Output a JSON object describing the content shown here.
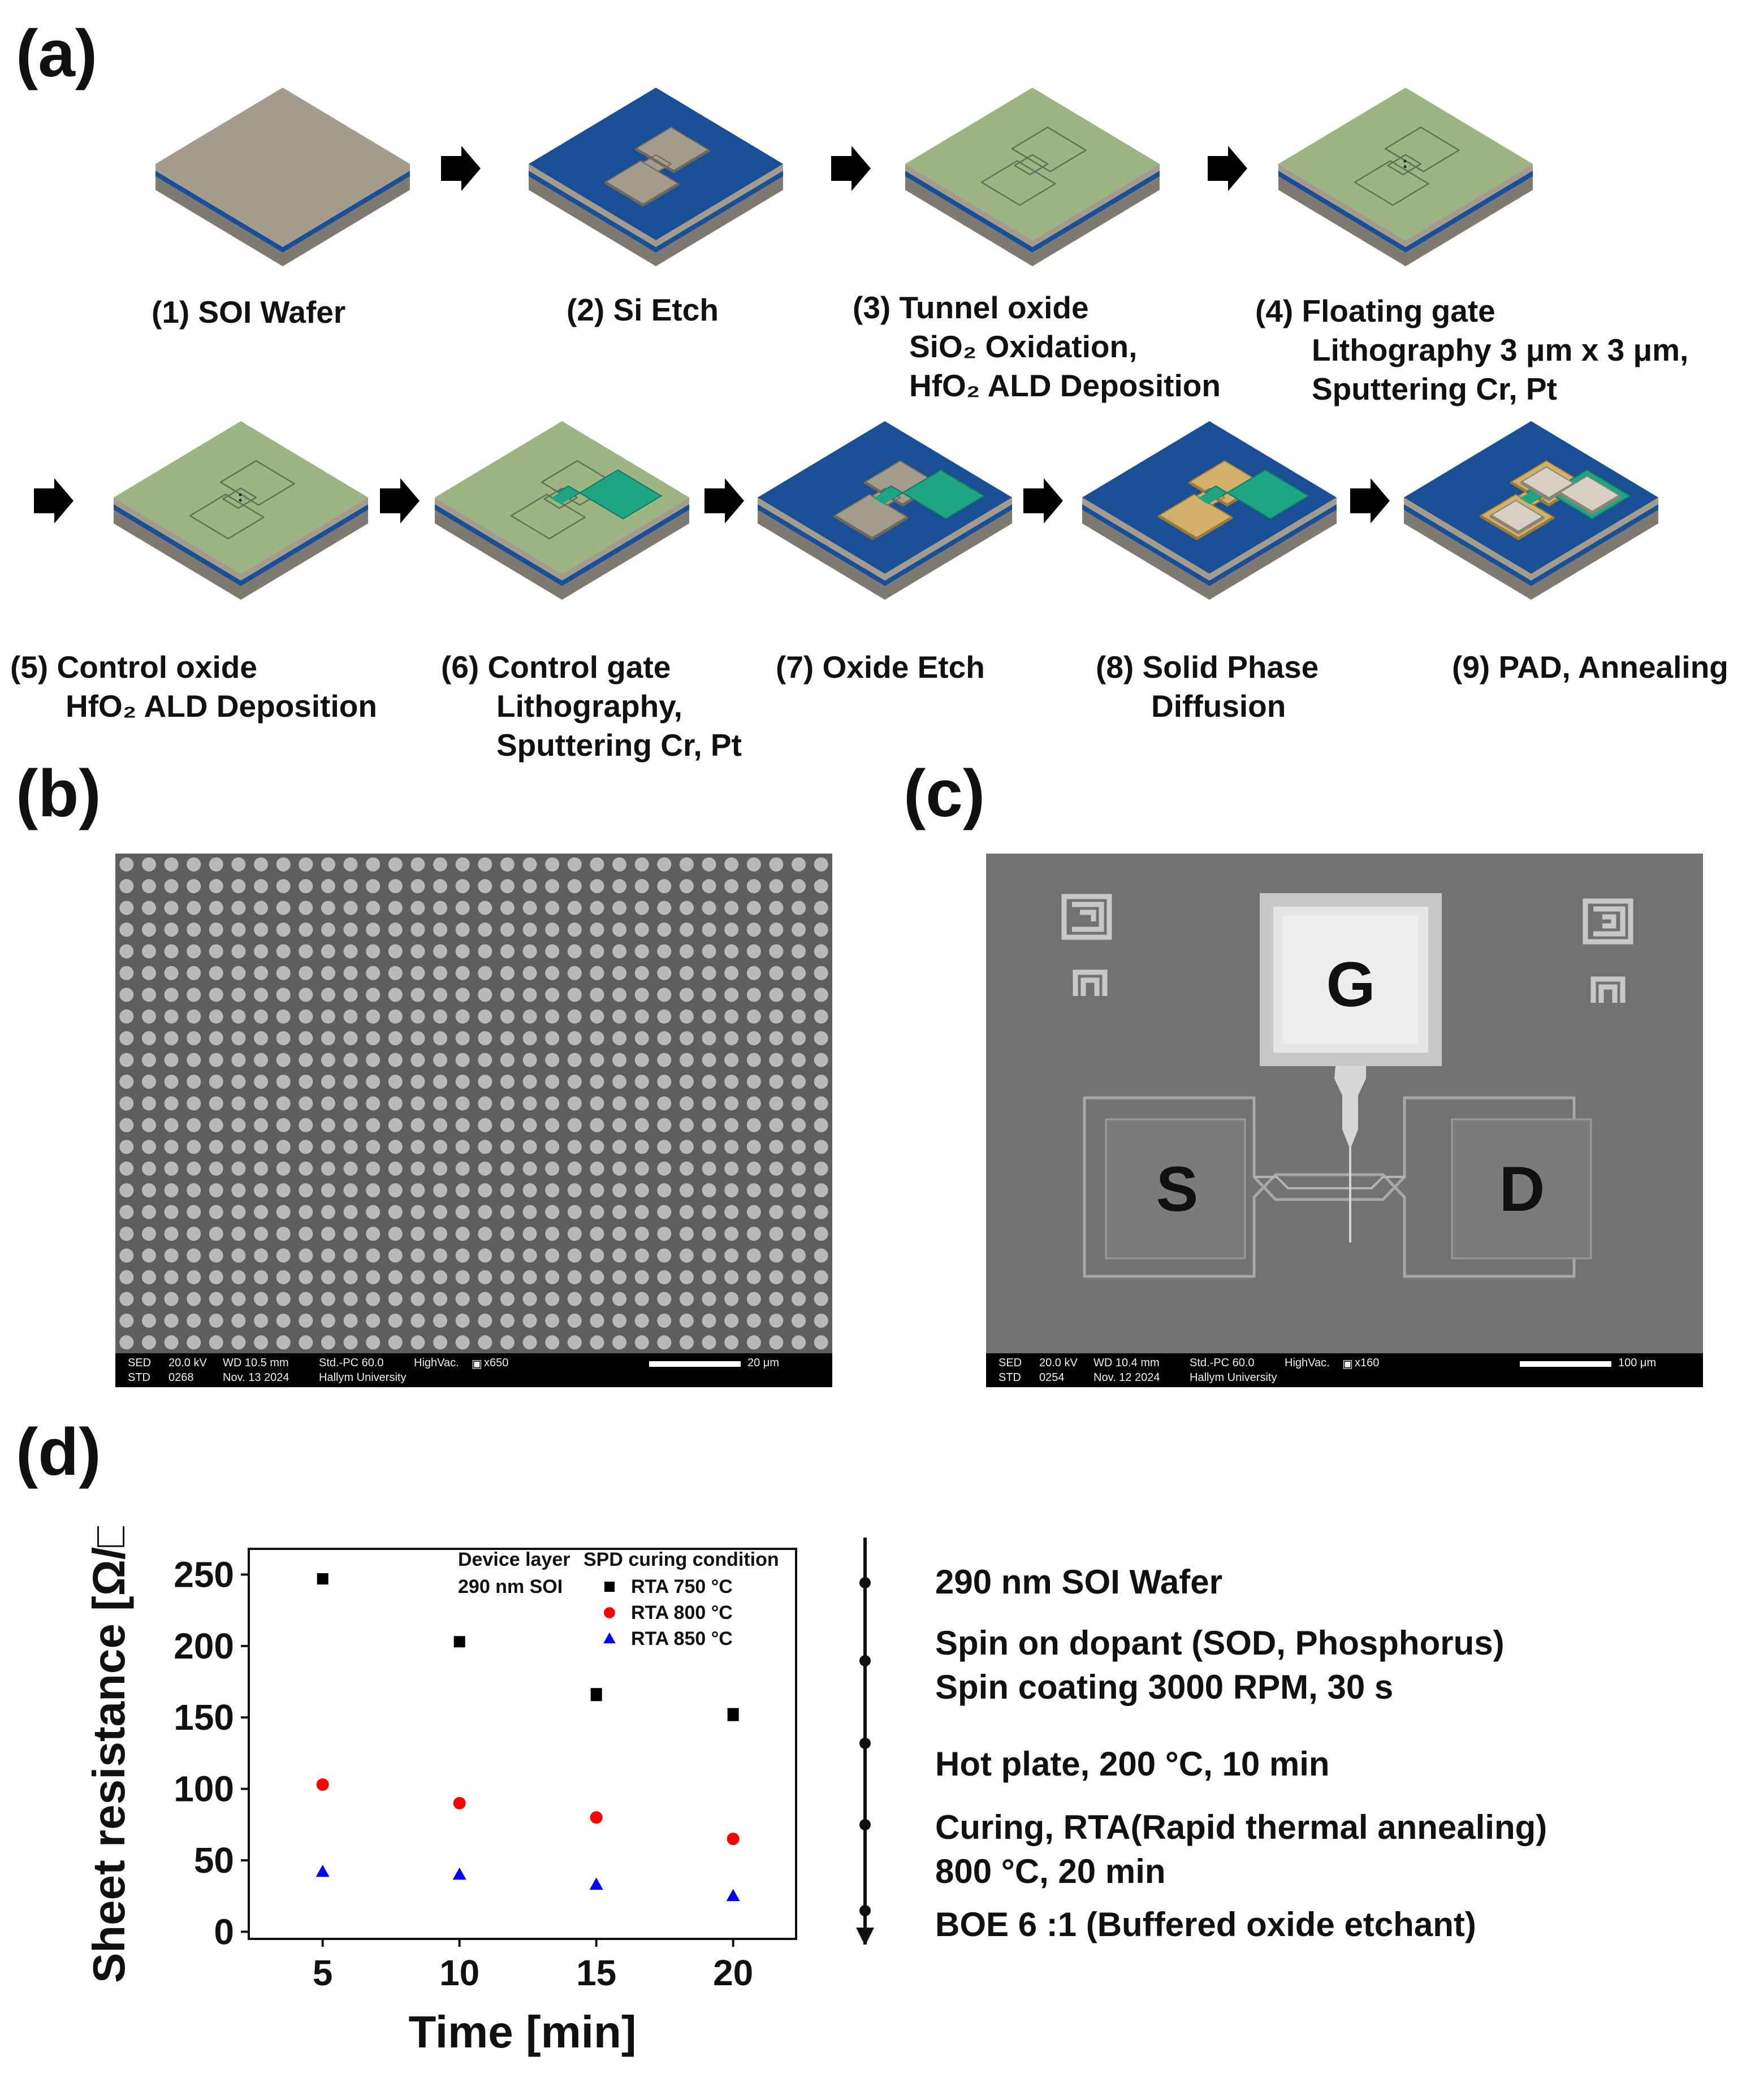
{
  "panels": {
    "a": "(a)",
    "b": "(b)",
    "c": "(c)",
    "d": "(d)"
  },
  "steps": [
    {
      "lines": [
        "(1) SOI Wafer"
      ],
      "surface": "#a39b8b"
    },
    {
      "lines": [
        "(2) Si Etch"
      ],
      "surface": "#1a4f96"
    },
    {
      "lines": [
        "(3) Tunnel oxide",
        "SiO₂ Oxidation,",
        "HfO₂ ALD Deposition"
      ],
      "surface": "#9cb582"
    },
    {
      "lines": [
        "(4) Floating gate",
        "Lithography 3 μm x 3 μm,",
        "Sputtering Cr, Pt"
      ],
      "surface": "#9cb582"
    },
    {
      "lines": [
        "(5) Control oxide",
        "HfO₂ ALD Deposition"
      ],
      "surface": "#9cb582"
    },
    {
      "lines": [
        "(6) Control gate",
        "Lithography,",
        "Sputtering Cr, Pt"
      ],
      "surface": "#9cb582"
    },
    {
      "lines": [
        "(7) Oxide Etch"
      ],
      "surface": "#1a4f96"
    },
    {
      "lines": [
        "(8) Solid Phase",
        "Diffusion"
      ],
      "surface": "#1a4f96"
    },
    {
      "lines": [
        "(9) PAD, Annealing"
      ],
      "surface": "#1a4f96"
    }
  ],
  "colors": {
    "wafer": "#a39b8b",
    "blue": "#1a4f96",
    "green": "#9cb582",
    "gate": "#1fa584",
    "gold": "#d2b06a",
    "pad": "#d7d0c4"
  },
  "sem_b": {
    "row1": [
      "SED",
      "20.0 kV",
      "WD 10.5 mm",
      "Std.-PC 60.0",
      "HighVac.",
      "x650"
    ],
    "row2": [
      "STD",
      "0268",
      "Nov. 13 2024",
      "Hallym University"
    ],
    "scale": "20 μm"
  },
  "sem_c": {
    "row1": [
      "SED",
      "20.0 kV",
      "WD 10.4 mm",
      "Std.-PC 60.0",
      "HighVac.",
      "x160"
    ],
    "row2": [
      "STD",
      "0254",
      "Nov. 12 2024",
      "Hallym University"
    ],
    "scale": "100 μm",
    "labels": {
      "gate": "G",
      "source": "S",
      "drain": "D"
    }
  },
  "chart_data": {
    "type": "scatter",
    "xlabel": "Time [min]",
    "ylabel": "Sheet resistance [Ω/□]",
    "xlim": [
      2.3,
      22.3
    ],
    "ylim": [
      -5,
      268
    ],
    "xticks": [
      5,
      10,
      15,
      20
    ],
    "yticks": [
      0,
      50,
      100,
      150,
      200,
      250
    ],
    "legend": {
      "header_left": [
        "Device layer",
        "290 nm SOI"
      ],
      "header_right": "SPD curing condition",
      "position": "top-right"
    },
    "series": [
      {
        "name": "RTA 750 °C",
        "marker": "square",
        "color": "#000000",
        "x": [
          5,
          10,
          15,
          20
        ],
        "y": [
          247,
          203,
          166,
          152
        ],
        "err": [
          0,
          0,
          4,
          4
        ]
      },
      {
        "name": "RTA 800 °C",
        "marker": "circle",
        "color": "#ff0000",
        "x": [
          5,
          10,
          15,
          20
        ],
        "y": [
          103,
          90,
          80,
          65
        ],
        "err": [
          0,
          0,
          0,
          0
        ]
      },
      {
        "name": "RTA 850 °C",
        "marker": "triangle",
        "color": "#0000ff",
        "x": [
          5,
          10,
          15,
          20
        ],
        "y": [
          42,
          40,
          33,
          25
        ],
        "err": [
          0,
          0,
          0,
          0
        ]
      }
    ]
  },
  "timeline": [
    [
      "290 nm SOI Wafer"
    ],
    [
      "Spin on dopant (SOD, Phosphorus)",
      "Spin coating 3000 RPM, 30 s"
    ],
    [
      "Hot plate, 200 °C, 10 min"
    ],
    [
      "Curing, RTA(Rapid thermal annealing)",
      "800 °C, 20 min"
    ],
    [
      "BOE 6 :1 (Buffered oxide etchant)"
    ]
  ]
}
